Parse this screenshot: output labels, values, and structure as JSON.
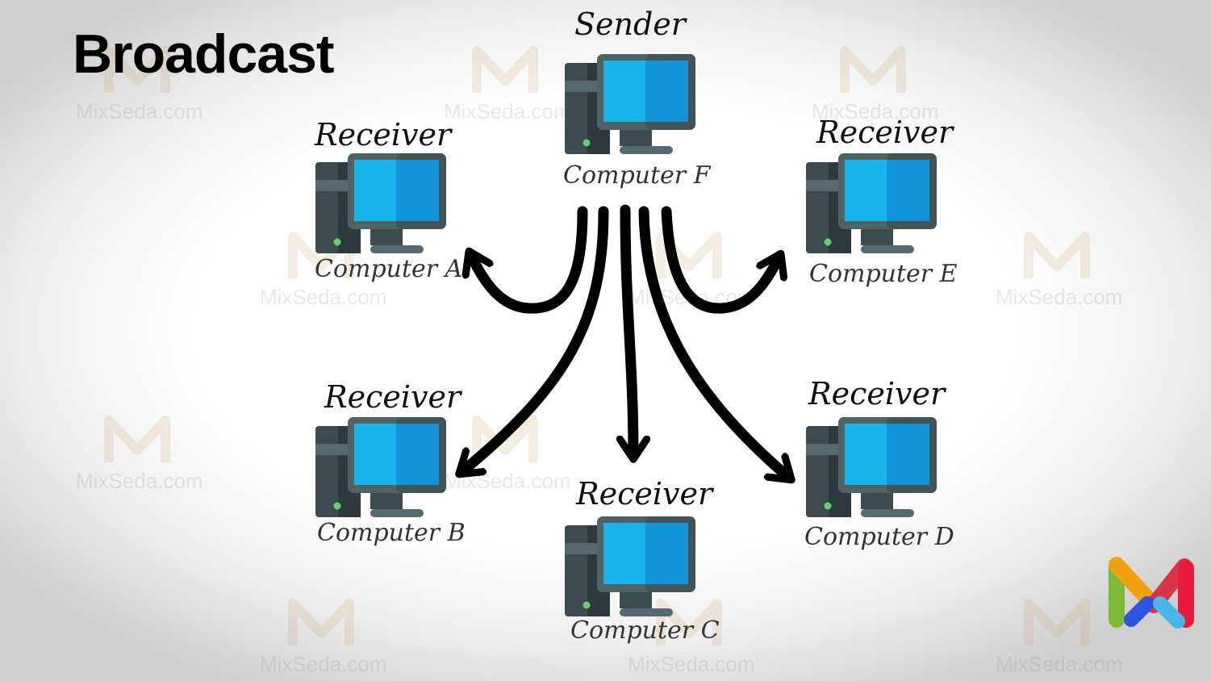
{
  "title": "Broadcast",
  "watermark": "MixSeda.com",
  "sender": {
    "role": "Sender",
    "name": "Computer F"
  },
  "receivers": [
    {
      "role": "Receiver",
      "name": "Computer A"
    },
    {
      "role": "Receiver",
      "name": "Computer E"
    },
    {
      "role": "Receiver",
      "name": "Computer B"
    },
    {
      "role": "Receiver",
      "name": "Computer C"
    },
    {
      "role": "Receiver",
      "name": "Computer D"
    }
  ],
  "colors": {
    "screen_left": "#1ab3ea",
    "screen_right": "#1593d9",
    "frame": "#4f6266",
    "tower": "#3d4b4f",
    "led": "#5ed36a"
  }
}
